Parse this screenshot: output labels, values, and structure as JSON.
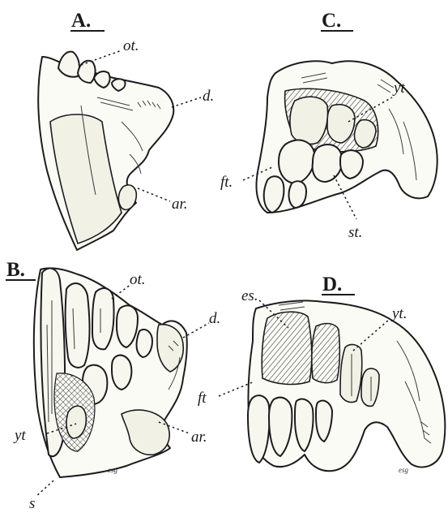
{
  "panels": [
    {
      "letter": "A.",
      "labels": {
        "ot": "ot.",
        "d": "d.",
        "ar": "ar."
      }
    },
    {
      "letter": "C.",
      "labels": {
        "yt": "yt",
        "ft": "ft.",
        "st": "st."
      }
    },
    {
      "letter": "B.",
      "labels": {
        "ot": "ot.",
        "d": "d.",
        "yt": "yt",
        "ar": "ar.",
        "s": "s"
      }
    },
    {
      "letter": "D.",
      "labels": {
        "es": "es.",
        "yt": "yt.",
        "ft": "ft"
      }
    }
  ],
  "signatures": [
    "esg",
    "esg"
  ]
}
